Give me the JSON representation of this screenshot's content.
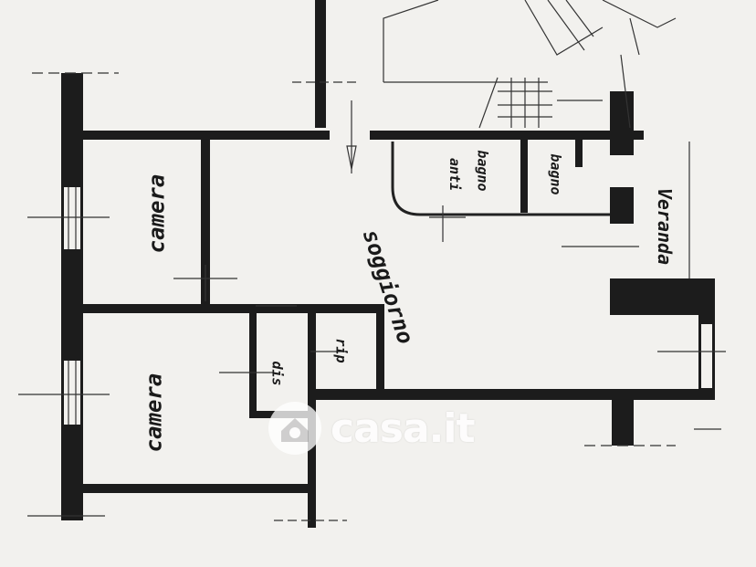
{
  "rooms": {
    "camera_top": "camera",
    "camera_bottom": "camera",
    "soggiorno": "soggiorno",
    "anti_bagno_line1": "anti",
    "anti_bagno_line2": "bagno",
    "bagno": "bagno",
    "veranda": "Veranda",
    "dis": "dis",
    "rip": "rip"
  },
  "watermark": {
    "brand": "casa.it",
    "logo_name": "casa-it-logo"
  },
  "colors": {
    "paper": "#f2f1ee",
    "ink": "#1c1c1c"
  }
}
